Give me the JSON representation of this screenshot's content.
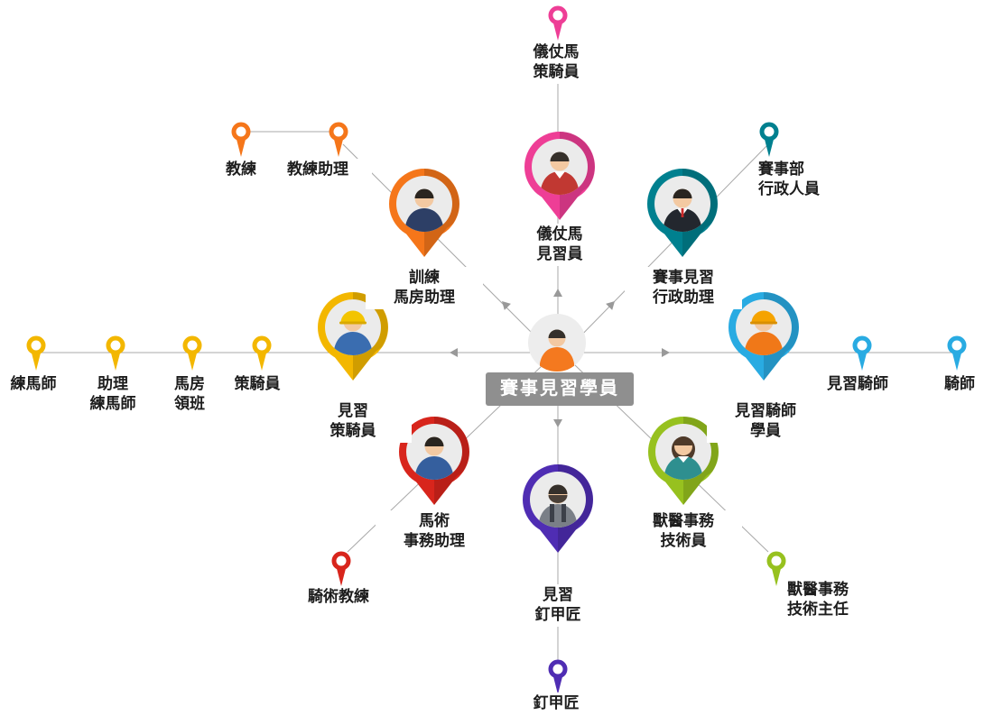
{
  "center": {
    "label": "賽事見習學員"
  },
  "branches": [
    {
      "id": "ceremonial",
      "color": "#ee3e96",
      "big_label": "儀仗馬\n見習員",
      "satellites": [
        "儀仗馬\n策騎員"
      ]
    },
    {
      "id": "training-stable",
      "color": "#f5761a",
      "big_label": "訓練\n馬房助理",
      "satellites": [
        "教練助理",
        "教練"
      ]
    },
    {
      "id": "racing-admin",
      "color": "#00808f",
      "big_label": "賽事見習\n行政助理",
      "satellites": [
        "賽事部\n行政人員"
      ]
    },
    {
      "id": "work-riding",
      "color": "#f3b700",
      "big_label": "見習\n策騎員",
      "satellites": [
        "策騎員",
        "馬房\n領班",
        "助理\n練馬師",
        "練馬師"
      ]
    },
    {
      "id": "jockey",
      "color": "#29abe2",
      "big_label": "見習騎師\n學員",
      "satellites": [
        "見習騎師",
        "騎師"
      ]
    },
    {
      "id": "equestrian",
      "color": "#d8251c",
      "big_label": "馬術\n事務助理",
      "satellites": [
        "騎術教練"
      ]
    },
    {
      "id": "farrier",
      "color": "#4f2db3",
      "big_label": "見習\n釘甲匠",
      "satellites": [
        "釘甲匠"
      ]
    },
    {
      "id": "veterinary",
      "color": "#97c11f",
      "big_label": "獸醫事務\n技術員",
      "satellites": [
        "獸醫事務\n技術主任"
      ]
    }
  ],
  "line_color": "#a8a8a8"
}
